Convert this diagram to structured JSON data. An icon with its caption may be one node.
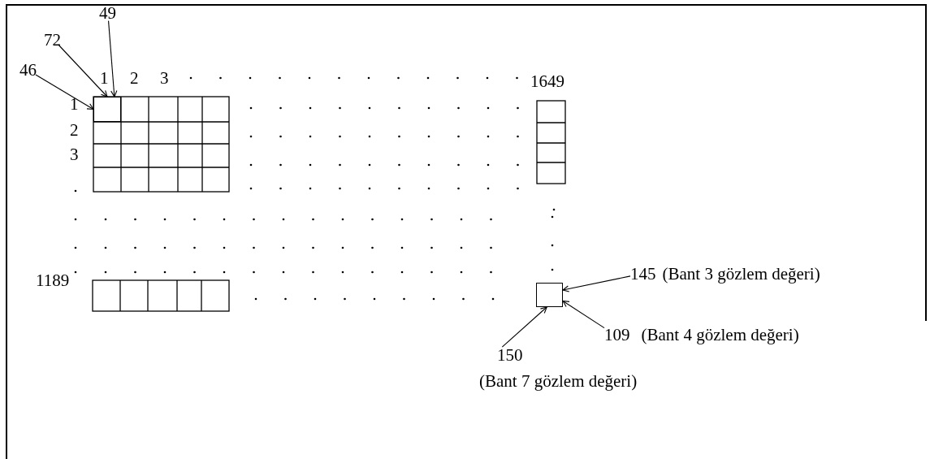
{
  "diagram": {
    "nodes": [
      {
        "text": [
          "46"
        ]
      },
      {
        "text": [
          "72"
        ]
      },
      {
        "text": [
          "49"
        ]
      },
      {
        "text": [],
        "shape": "box"
      },
      {
        "text": [
          "145",
          "(Bant 3 gözlem değeri)"
        ]
      },
      {
        "text": [
          "109",
          "(Bant 4 gözlem değeri)"
        ]
      },
      {
        "text": [
          "150",
          "(Bant 7 gözlem değeri)"
        ]
      },
      {
        "text": [],
        "shape": "box"
      }
    ],
    "edges": [
      {
        "from": 0,
        "to": 3,
        "arrow": "to"
      },
      {
        "from": 1,
        "to": 3,
        "arrow": "to"
      },
      {
        "from": 2,
        "to": 3,
        "arrow": "to"
      },
      {
        "from": 4,
        "to": 7,
        "arrow": "to"
      },
      {
        "from": 5,
        "to": 7,
        "arrow": "to"
      },
      {
        "from": 6,
        "to": 7,
        "arrow": "to"
      }
    ],
    "labels": [
      "1",
      "2",
      "3",
      "1649",
      "1",
      "2",
      "3",
      "1189"
    ]
  }
}
